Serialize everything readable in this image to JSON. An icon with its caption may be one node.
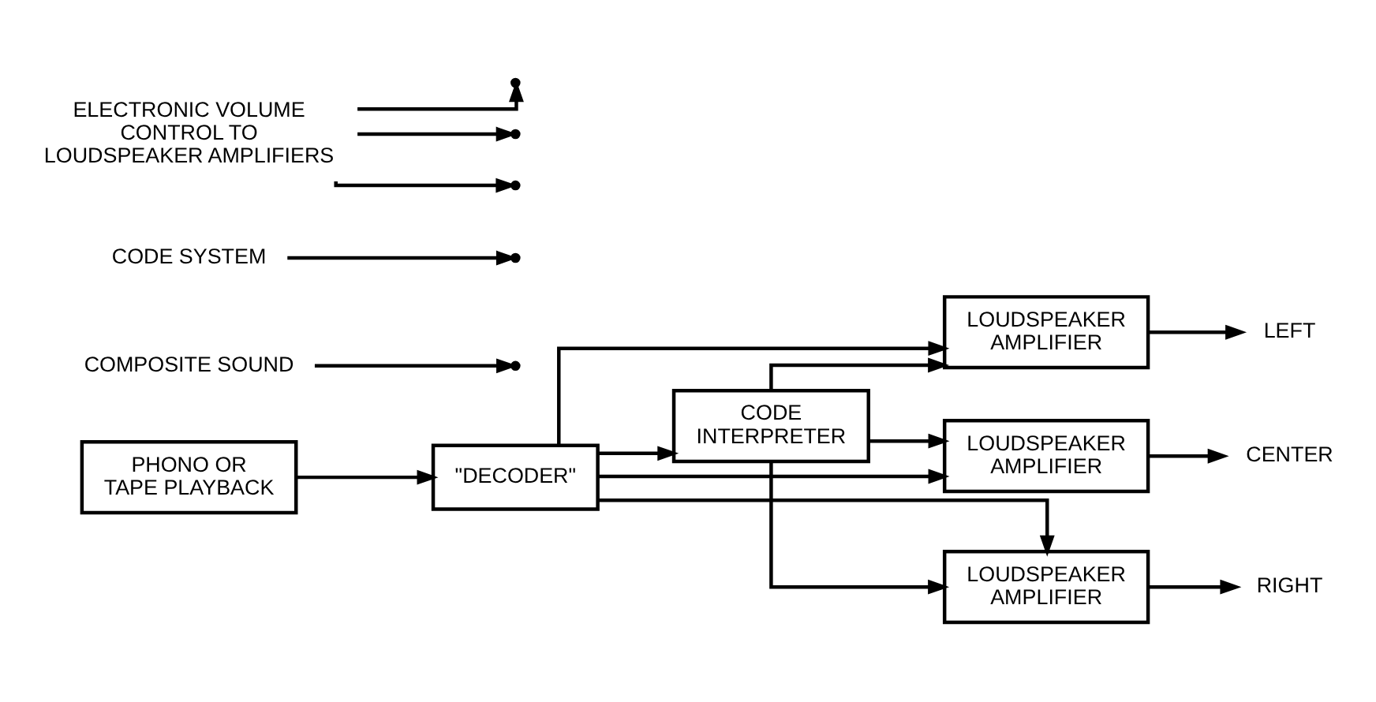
{
  "diagram": {
    "nodes": [
      {
        "text": [
          "PHONO OR TAPE PLAYBACK"
        ]
      },
      {
        "text": [
          "\"DECODER\""
        ]
      },
      {
        "text": [
          "LOUDSPEAKER AMPLIFIER"
        ]
      },
      {
        "text": [
          "LOUDSPEAKER AMPLIFIER"
        ]
      },
      {
        "text": [
          "LOUDSPEAKER AMPLIFIER"
        ]
      },
      {
        "text": [
          "CODE INTERPRETER"
        ]
      },
      {
        "text": [
          "LEFT"
        ]
      },
      {
        "text": [
          "CENTER"
        ]
      },
      {
        "text": [
          "RIGHT"
        ]
      },
      {
        "text": [
          "COMPOSITE SOUND"
        ]
      },
      {
        "text": [
          "CODE SYSTEM"
        ]
      },
      {
        "text": [
          "ELECTRONIC VOLUME CONTROL TO LOUDSPEAKER AMPLIFIERS"
        ]
      }
    ],
    "edges": [
      {
        "from": 0,
        "to": 1,
        "arrow": "to"
      },
      {
        "from": 1,
        "to": 2,
        "arrow": "to"
      },
      {
        "from": 1,
        "to": 3,
        "arrow": "to"
      },
      {
        "from": 1,
        "to": 4,
        "arrow": "to"
      },
      {
        "from": 1,
        "to": 5,
        "arrow": "to"
      },
      {
        "from": 5,
        "to": 2,
        "arrow": "to"
      },
      {
        "from": 5,
        "to": 3,
        "arrow": "to"
      },
      {
        "from": 5,
        "to": 4,
        "arrow": "to"
      },
      {
        "from": 2,
        "to": 6,
        "arrow": "to"
      },
      {
        "from": 3,
        "to": 7,
        "arrow": "to"
      },
      {
        "from": 4,
        "to": 8,
        "arrow": "to"
      },
      {
        "from": 9,
        "to": null,
        "arrow": "to"
      },
      {
        "from": 10,
        "to": null,
        "arrow": "to"
      },
      {
        "from": 11,
        "to": null,
        "arrow": "to"
      },
      {
        "from": 11,
        "to": null,
        "arrow": "to"
      },
      {
        "from": 11,
        "to": null,
        "arrow": "to"
      }
    ]
  }
}
